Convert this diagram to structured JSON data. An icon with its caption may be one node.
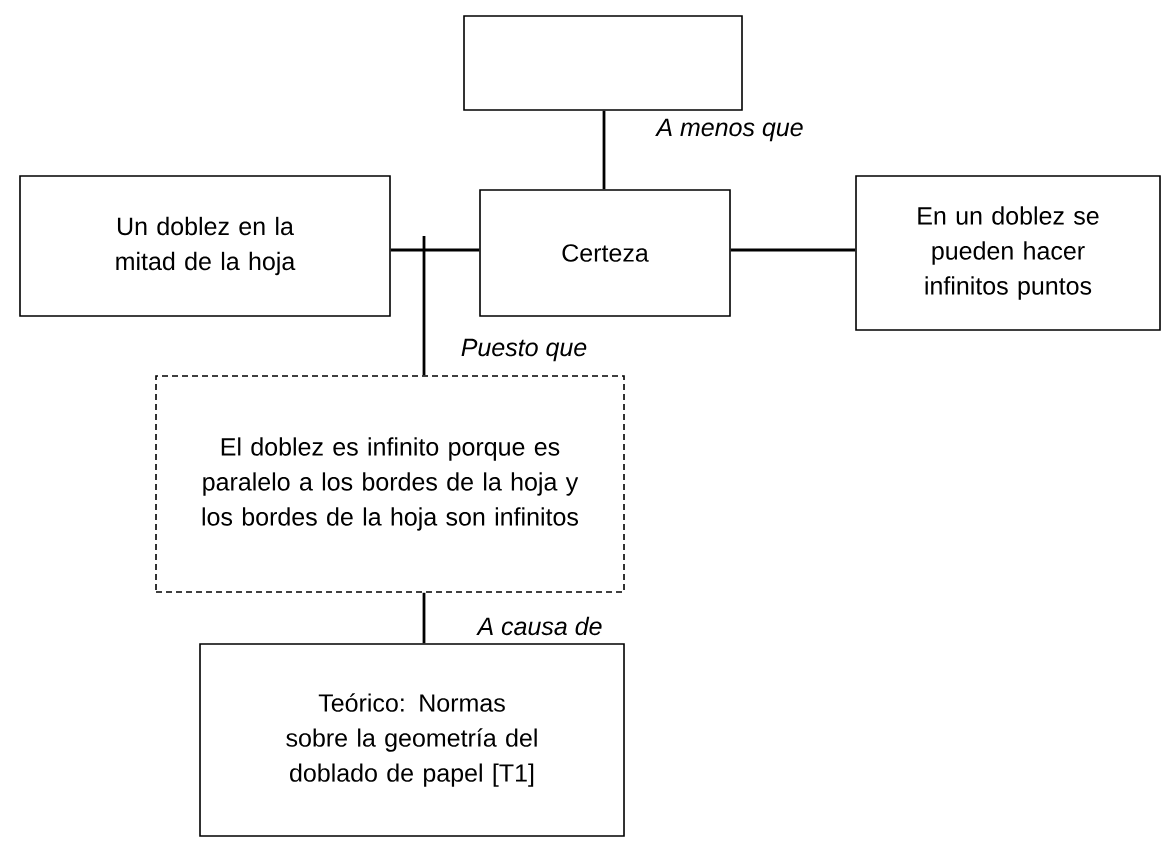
{
  "diagram": {
    "nodes": [
      {
        "text": [],
        "shape": "box"
      },
      {
        "text": [
          "Un doblez en la mitad de la hoja"
        ]
      },
      {
        "text": [
          "Certeza"
        ]
      },
      {
        "text": [
          "En un doblez se pueden hacer infinitos puntos"
        ]
      },
      {
        "text": [
          "El doblez es infinito porque es paralelo a los bordes de la hoja y los bordes de la hoja son infinitos"
        ]
      },
      {
        "text": [
          "Teórico: Normas sobre la geometría del doblado de papel [T1]"
        ]
      }
    ],
    "edges": [
      {
        "from": 0,
        "to": 2,
        "arrow": "none",
        "label": "A menos que"
      },
      {
        "from": 1,
        "to": 2,
        "arrow": "none"
      },
      {
        "from": 2,
        "to": 3,
        "arrow": "none"
      },
      {
        "from": 4,
        "to": null,
        "arrow": "none",
        "label": "Puesto que"
      },
      {
        "from": 5,
        "to": 4,
        "arrow": "none",
        "label": "A causa de"
      }
    ]
  }
}
